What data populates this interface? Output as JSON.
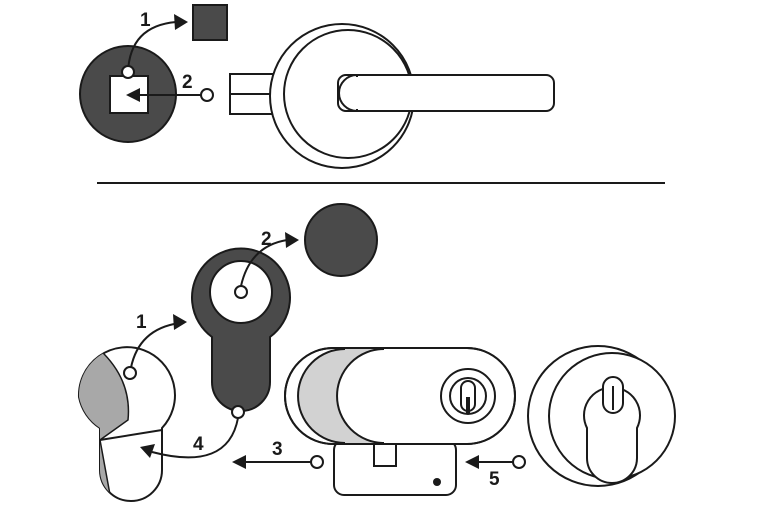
{
  "colors": {
    "ink": "#1a1a1a",
    "dark_fill": "#4a4a4a",
    "grey_fill": "#a8a8a8",
    "light_grey_fill": "#d2d2d2",
    "background": "#ffffff"
  },
  "top_panel": {
    "labels": {
      "label_1": "1",
      "label_2": "2"
    }
  },
  "bottom_panel": {
    "labels": {
      "label_1": "1",
      "label_2": "2",
      "label_3": "3",
      "label_4": "4",
      "label_5": "5"
    }
  }
}
